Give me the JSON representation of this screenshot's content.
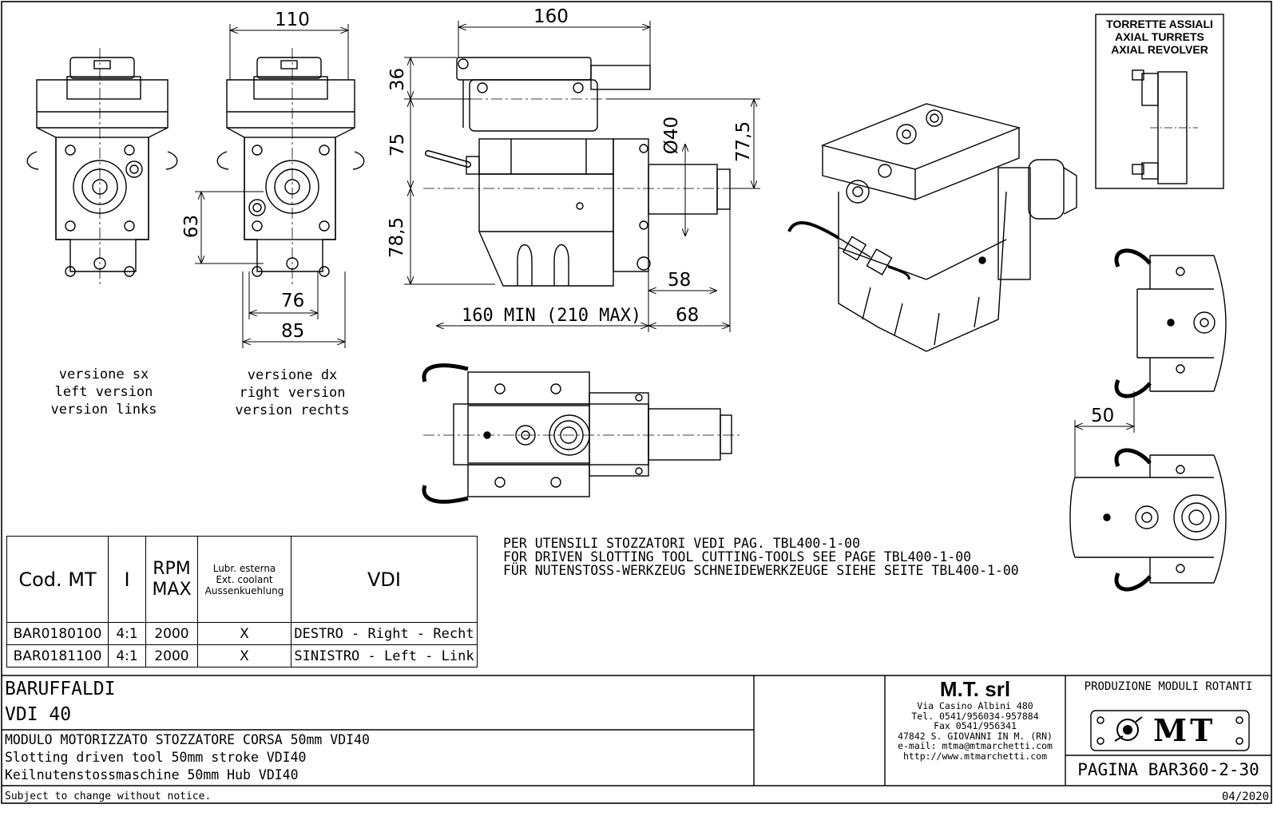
{
  "dims": {
    "top_width_front": "110",
    "top_width_side": "160",
    "h36": "36",
    "h75": "75",
    "h78_5": "78,5",
    "dia40": "Ø40",
    "h77_5": "77,5",
    "h63": "63",
    "w76": "76",
    "w85": "85",
    "w58": "58",
    "w68": "68",
    "len_min_max": "160 MIN (210 MAX)",
    "w50": "50"
  },
  "captions": {
    "left_version": [
      "versione sx",
      "left version",
      "version links"
    ],
    "right_version": [
      "versione dx",
      "right version",
      "version rechts"
    ]
  },
  "inset": {
    "title_lines": [
      "TORRETTE ASSIALI",
      "AXIAL TURRETS",
      "AXIAL REVOLVER"
    ]
  },
  "notes": [
    "PER UTENSILI STOZZATORI VEDI PAG. TBL400-1-00",
    "FOR DRIVEN SLOTTING TOOL CUTTING-TOOLS SEE PAGE TBL400-1-00",
    "FÜR NUTENSTOSS-WERKZEUG SCHNEIDEWERKZEUGE SIEHE SEITE TBL400-1-00"
  ],
  "table": {
    "headers": {
      "code": "Cod. MT",
      "ratio": "I",
      "rpm": [
        "RPM",
        "MAX"
      ],
      "lubr": [
        "Lubr. esterna",
        "Ext. coolant",
        "Aussenkuehlung"
      ],
      "vdi": "VDI"
    },
    "rows": [
      {
        "code": "BAR0180100",
        "ratio": "4:1",
        "rpm": "2000",
        "lubr": "X",
        "vdi": "DESTRO - Right - Recht"
      },
      {
        "code": "BAR0181100",
        "ratio": "4:1",
        "rpm": "2000",
        "lubr": "X",
        "vdi": "SINISTRO - Left - Link"
      }
    ]
  },
  "title_block": {
    "brand": "BARUFFALDI",
    "model": "VDI 40",
    "desc_lines": [
      "MODULO MOTORIZZATO STOZZATORE CORSA 50mm VDI40",
      "Slotting driven tool 50mm stroke VDI40",
      "Keilnutenstossmaschine 50mm Hub VDI40"
    ],
    "company": {
      "name": "M.T. srl",
      "lines": [
        "Via Casino Albini 480",
        "Tel. 0541/956034-957884",
        "Fax 0541/956341",
        "47842 S. GIOVANNI IN M. (RN)",
        "e-mail: mtma@mtmarchetti.com",
        "http://www.mtmarchetti.com"
      ]
    },
    "division": "PRODUZIONE MODULI ROTANTI",
    "logo_text": "MT",
    "page": "PAGINA BAR360-2-30"
  },
  "footer": {
    "notice": "Subject to change without notice.",
    "date": "04/2020"
  }
}
